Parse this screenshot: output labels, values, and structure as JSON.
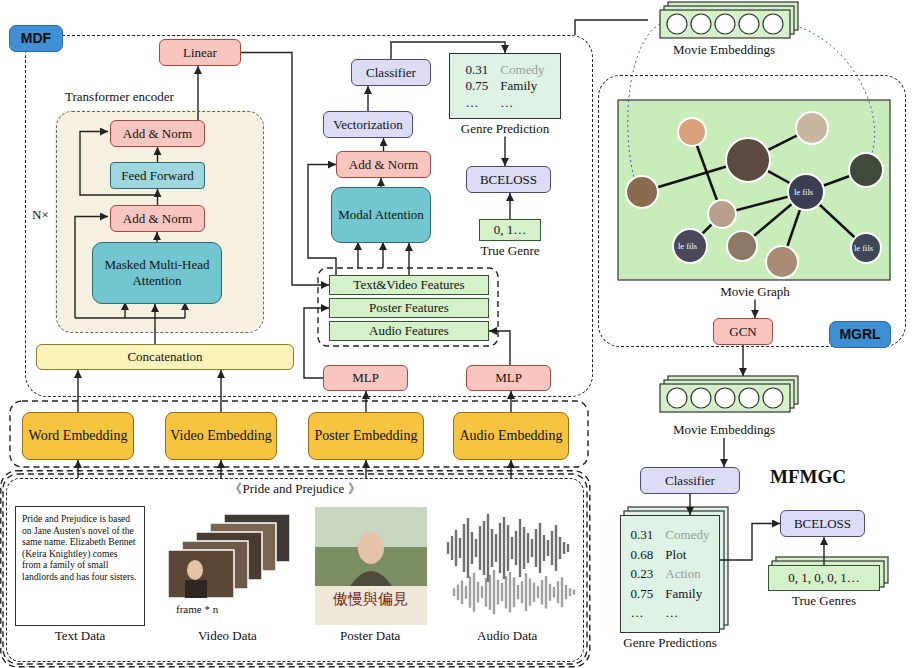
{
  "diagram": {
    "nodes": [
      {
        "text": [
          "MDF"
        ]
      },
      {
        "text": [
          "Linear"
        ],
        "in": 0
      },
      {
        "text": [
          "Transformer encoder",
          "N×"
        ],
        "in": 0
      },
      {
        "text": [
          "Add & Norm"
        ],
        "in": 2
      },
      {
        "text": [
          "Feed Forward"
        ],
        "in": 2
      },
      {
        "text": [
          "Add & Norm"
        ],
        "in": 2
      },
      {
        "text": [
          "Masked Multi-Head Attention"
        ],
        "in": 2
      },
      {
        "text": [
          "Concatenation"
        ],
        "in": 0
      },
      {
        "text": [
          "Classifier"
        ],
        "in": 0
      },
      {
        "text": [
          "Vectorization"
        ],
        "in": 0
      },
      {
        "text": [
          "Add & Norm"
        ],
        "in": 0
      },
      {
        "text": [
          "Modal Attention"
        ],
        "in": 0
      },
      {
        "text": [
          "0.31",
          "Comedy",
          "0.75",
          "Family",
          "…",
          "…",
          "Genre Prediction"
        ],
        "in": 0
      },
      {
        "text": [
          "BCELOSS"
        ],
        "in": 0
      },
      {
        "text": [
          "0, 1…",
          "True Genre"
        ],
        "in": 0
      },
      {
        "text": [
          "Text&Video Features"
        ],
        "in": 0
      },
      {
        "text": [
          "Poster Features"
        ],
        "in": 0
      },
      {
        "text": [
          "Audio Features"
        ],
        "in": 0
      },
      {
        "text": [
          "MLP"
        ],
        "in": 0
      },
      {
        "text": [
          "MLP"
        ],
        "in": 0
      },
      {
        "text": [
          "Word Embedding"
        ]
      },
      {
        "text": [
          "Video Embedding"
        ]
      },
      {
        "text": [
          "Poster Embedding"
        ]
      },
      {
        "text": [
          "Audio Embedding"
        ]
      },
      {
        "text": [
          "《Pride and Prejudice 》"
        ]
      },
      {
        "text": [
          "Pride and Prejudice is based on Jane Austen's novel of the same name. Elizabeth Bennet (Keira Knightley) comes from a family of small landlords and has four sisters.",
          "Text Data"
        ],
        "in": 24
      },
      {
        "text": [
          "Movie Embeddings"
        ]
      },
      {
        "text": [
          "MGRL"
        ]
      },
      {
        "text": [
          "Movie Graph"
        ],
        "in": 27
      },
      {
        "text": [
          "GCN"
        ]
      },
      {
        "text": [
          "Movie Embeddings"
        ]
      },
      {
        "text": [
          "Classifier"
        ]
      },
      {
        "text": [
          "0.31",
          "Comedy",
          "0.68",
          "Plot",
          "0.23",
          "Action",
          "0.75",
          "Family",
          "…",
          "…",
          "Genre Predictions"
        ]
      },
      {
        "text": [
          "BCELOSS"
        ]
      },
      {
        "text": [
          "0, 1, 0, 0, 1…",
          "True Genres"
        ]
      }
    ],
    "edges": [
      {
        "from": 7,
        "to": 6,
        "arrow": "to"
      },
      {
        "from": 6,
        "to": 5,
        "arrow": "to"
      },
      {
        "from": 5,
        "to": 4,
        "arrow": "to"
      },
      {
        "from": 4,
        "to": 3,
        "arrow": "to"
      },
      {
        "from": 3,
        "to": 1,
        "arrow": "to"
      },
      {
        "from": 1,
        "to": 15,
        "arrow": "to"
      },
      {
        "from": 15,
        "to": 10,
        "arrow": "to"
      },
      {
        "from": 15,
        "to": 11,
        "arrow": "to"
      },
      {
        "from": 11,
        "to": 10,
        "arrow": "to"
      },
      {
        "from": 10,
        "to": 9,
        "arrow": "to"
      },
      {
        "from": 9,
        "to": 8,
        "arrow": "to"
      },
      {
        "from": 8,
        "to": 12,
        "arrow": "to"
      },
      {
        "from": 12,
        "to": 13,
        "arrow": "to"
      },
      {
        "from": 14,
        "to": 13,
        "arrow": "to"
      },
      {
        "from": 20,
        "to": 7,
        "arrow": "to"
      },
      {
        "from": 21,
        "to": 7,
        "arrow": "to"
      },
      {
        "from": 22,
        "to": 18,
        "arrow": "to"
      },
      {
        "from": 18,
        "to": 16,
        "arrow": "to"
      },
      {
        "from": 23,
        "to": 19,
        "arrow": "to"
      },
      {
        "from": 19,
        "to": 17,
        "arrow": "to"
      },
      {
        "from": 24,
        "to": 20,
        "arrow": "to"
      },
      {
        "from": 24,
        "to": 21,
        "arrow": "to"
      },
      {
        "from": 24,
        "to": 22,
        "arrow": "to"
      },
      {
        "from": 24,
        "to": 23,
        "arrow": "to"
      },
      {
        "from": 28,
        "to": 29,
        "arrow": "to"
      },
      {
        "from": 29,
        "to": 30,
        "arrow": "to"
      },
      {
        "from": 30,
        "to": 31,
        "arrow": "to"
      },
      {
        "from": 31,
        "to": 32,
        "arrow": "to"
      },
      {
        "from": 32,
        "to": 33,
        "arrow": "to"
      },
      {
        "from": 34,
        "to": 33,
        "arrow": "to"
      },
      {
        "from": 0,
        "to": 26,
        "arrow": "none"
      }
    ],
    "labels": [
      "MFMGC",
      "frame * n",
      "Video Data",
      "傲慢與偏見",
      "Poster Data",
      "Audio Data",
      "le fils",
      "le fils",
      "le fils"
    ]
  }
}
